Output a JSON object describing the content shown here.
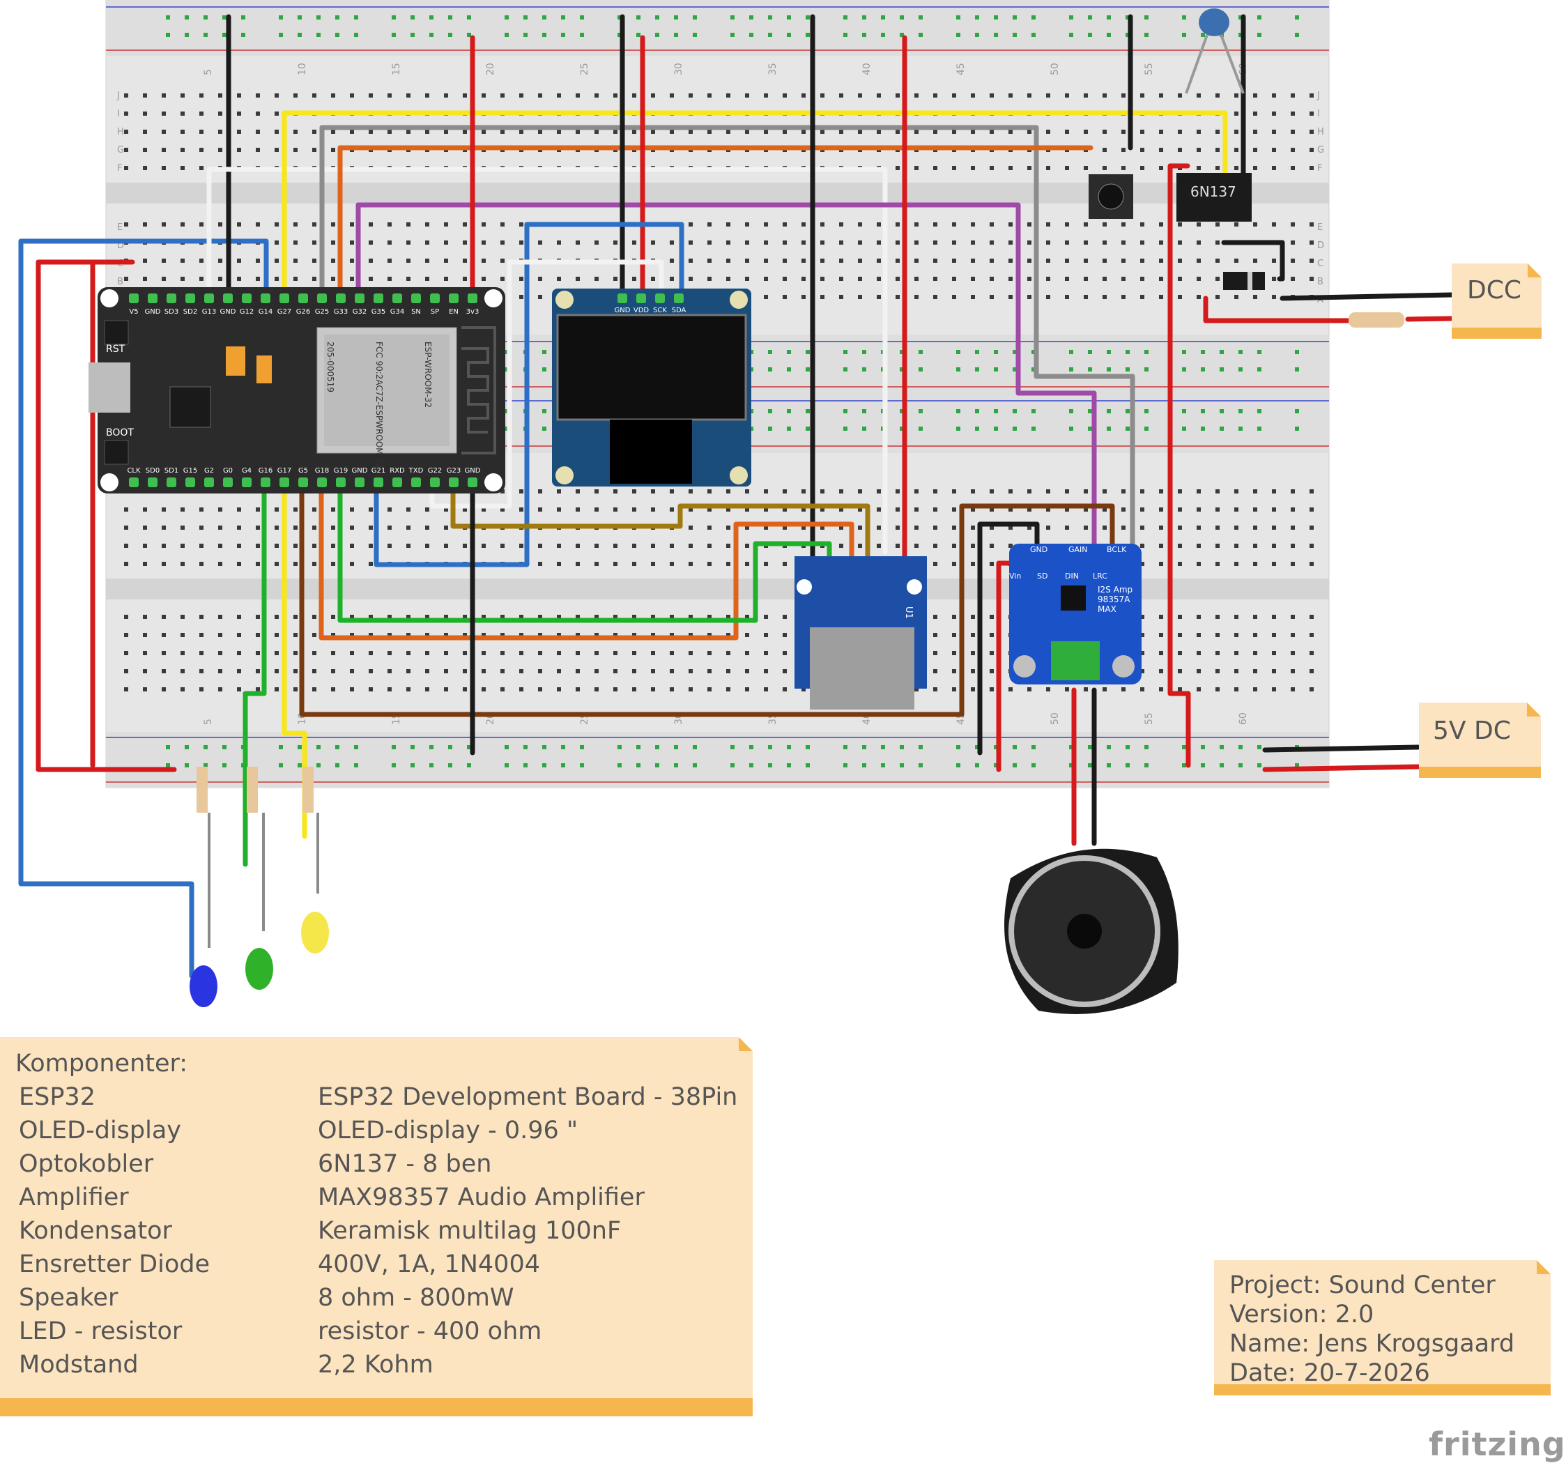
{
  "breadboard": {
    "column_numbers": [
      "5",
      "10",
      "15",
      "20",
      "25",
      "30",
      "35",
      "40",
      "45",
      "50",
      "55",
      "60"
    ],
    "row_letters_top": [
      "J",
      "I",
      "H",
      "G",
      "F"
    ],
    "row_letters_bottom": [
      "E",
      "D",
      "C",
      "B",
      "A"
    ]
  },
  "esp32": {
    "top_pins": [
      "V5",
      "GND",
      "SD3",
      "SD2",
      "G13",
      "GND",
      "G12",
      "G14",
      "G27",
      "G26",
      "G25",
      "G33",
      "G32",
      "G35",
      "G34",
      "SN",
      "SP",
      "EN",
      "3v3"
    ],
    "bottom_pins": [
      "CLK",
      "SD0",
      "SD1",
      "G15",
      "G2",
      "G0",
      "G4",
      "G16",
      "G17",
      "G5",
      "G18",
      "G19",
      "GND",
      "G21",
      "RXD",
      "TXD",
      "G22",
      "G23",
      "GND"
    ],
    "rst_label": "RST",
    "boot_label": "BOOT",
    "module_text": [
      "ESP-WROOM-32",
      "FCC 90:2AC7Z-ESPWROOM 32",
      "205-000519"
    ]
  },
  "oled": {
    "pins": [
      "GND",
      "VDD",
      "SCK",
      "SDA"
    ]
  },
  "optocoupler": {
    "label": "6N137"
  },
  "amplifier": {
    "top_pins": [
      "GND",
      "GAIN",
      "BCLK"
    ],
    "pin_labels": [
      "Vin",
      "SD",
      "DIN",
      "LRC"
    ],
    "board_text": [
      "I2S Amp",
      "98357A",
      "MAX"
    ]
  },
  "sd_module": {
    "label": "U1"
  },
  "notes": {
    "dcc": "DCC",
    "five_v": "5V DC"
  },
  "components": {
    "title": "Komponenter:",
    "rows": [
      {
        "name": "ESP32",
        "desc": "ESP32 Development Board - 38Pin"
      },
      {
        "name": "OLED-display",
        "desc": "OLED-display - 0.96 \""
      },
      {
        "name": "Optokobler",
        "desc": "6N137 - 8 ben"
      },
      {
        "name": "Amplifier",
        "desc": "MAX98357 Audio Amplifier"
      },
      {
        "name": "Kondensator",
        "desc": "Keramisk multilag 100nF"
      },
      {
        "name": "Ensretter Diode",
        "desc": "400V, 1A, 1N4004"
      },
      {
        "name": "Speaker",
        "desc": "8 ohm - 800mW"
      },
      {
        "name": "LED - resistor",
        "desc": "resistor - 400 ohm"
      },
      {
        "name": "Modstand",
        "desc": "2,2 Kohm"
      }
    ]
  },
  "project": {
    "lines": [
      "Project: Sound Center",
      "Version: 2.0",
      "Name: Jens Krogsgaard",
      "Date: 20-7-2026"
    ]
  },
  "brand": "fritzing",
  "colors": {
    "wire_red": "#d41a1a",
    "wire_black": "#1a1a1a",
    "wire_blue": "#2e6fc6",
    "wire_yellow": "#f7e61a",
    "wire_green": "#1fb12a",
    "wire_orange": "#e0631b",
    "wire_purple": "#a04aa8",
    "wire_white": "#f2f2f2",
    "wire_gray": "#8c8c8c",
    "wire_brown": "#7a3a10",
    "wire_olive": "#a07a10",
    "note_bg": "#fde4c0",
    "note_accent": "#f6b64e",
    "breadboard": "#e6e6e6"
  }
}
